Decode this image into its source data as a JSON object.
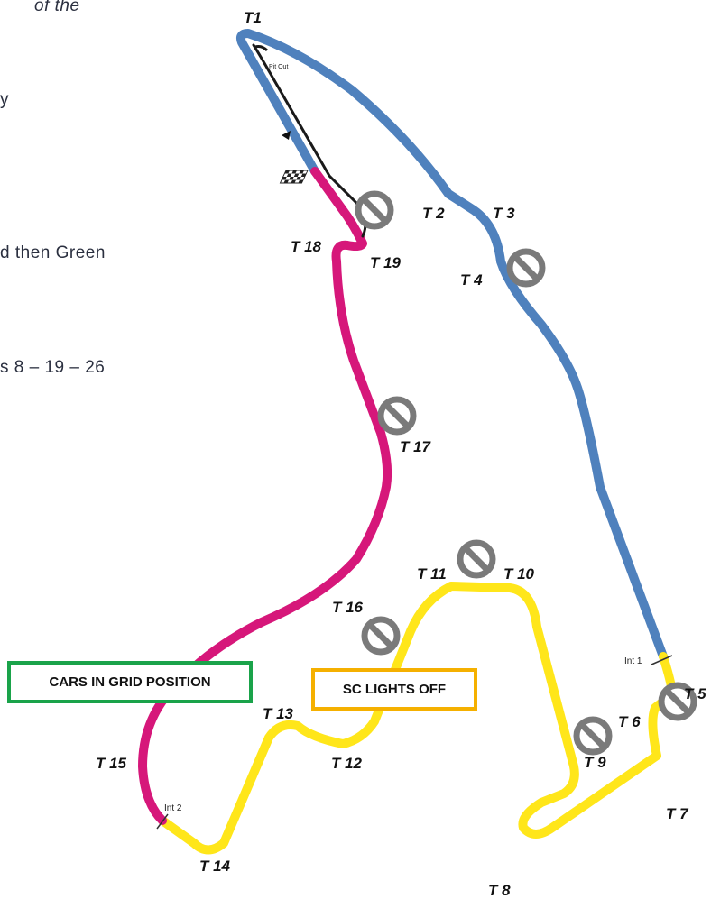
{
  "side_text": {
    "line1": "of the",
    "line2": "y",
    "line3": "d then Green",
    "line4": "s 8 – 19 – 26"
  },
  "sectors": {
    "sector1_color": "#4f81bd",
    "sector2_color": "#ffe61a",
    "sector3_color": "#d6177a"
  },
  "turns": {
    "t1": "T1",
    "t2": "T 2",
    "t3": "T 3",
    "t4": "T 4",
    "t5": "T 5",
    "t6": "T 6",
    "t7": "T 7",
    "t8": "T 8",
    "t9": "T 9",
    "t10": "T 10",
    "t11": "T 11",
    "t12": "T 12",
    "t13": "T 13",
    "t14": "T 14",
    "t15": "T 15",
    "t16": "T 16",
    "t17": "T 17",
    "t18": "T 18",
    "t19": "T 19"
  },
  "markers": {
    "pit_out": "Pit Out",
    "int1": "Int 1",
    "int2": "Int 2"
  },
  "boxes": {
    "cars_in_grid": "CARS IN GRID POSITION",
    "sc_lights_off": "SC LIGHTS OFF"
  },
  "icons": {
    "no_entry_icon": "no-entry-icon",
    "start_finish_flag": "checkered-flag-icon"
  }
}
